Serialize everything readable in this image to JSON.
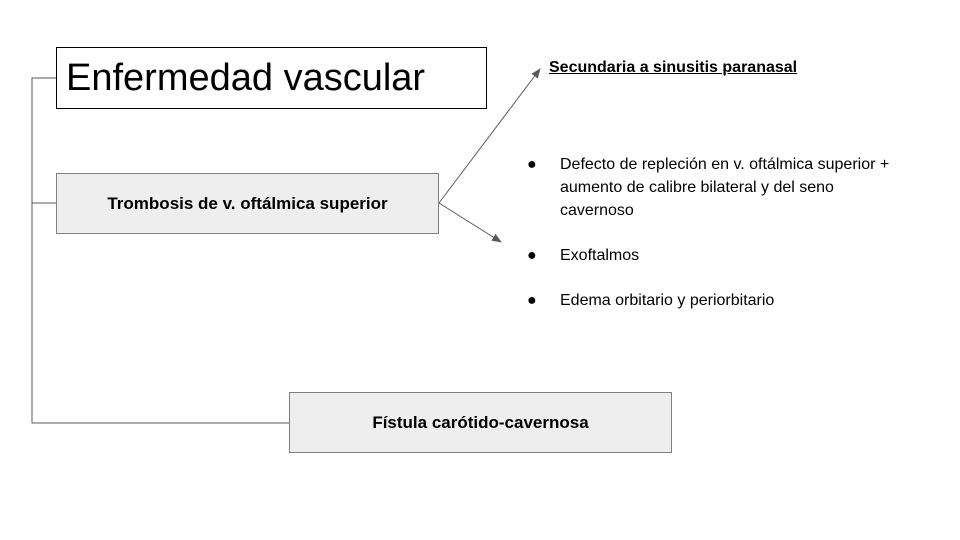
{
  "title": "Enfermedad vascular",
  "nodes": {
    "trombosis": "Trombosis de v. oftálmica superior",
    "fistula": "Fístula carótido-cavernosa"
  },
  "branch_label": "Secundaria a sinusitis paranasal",
  "findings": [
    "Defecto de repleción en v. oftálmica superior + aumento de calibre bilateral y del seno cavernoso",
    "Exoftalmos",
    "Edema orbitario y periorbitario"
  ],
  "bullet_symbol": "●"
}
